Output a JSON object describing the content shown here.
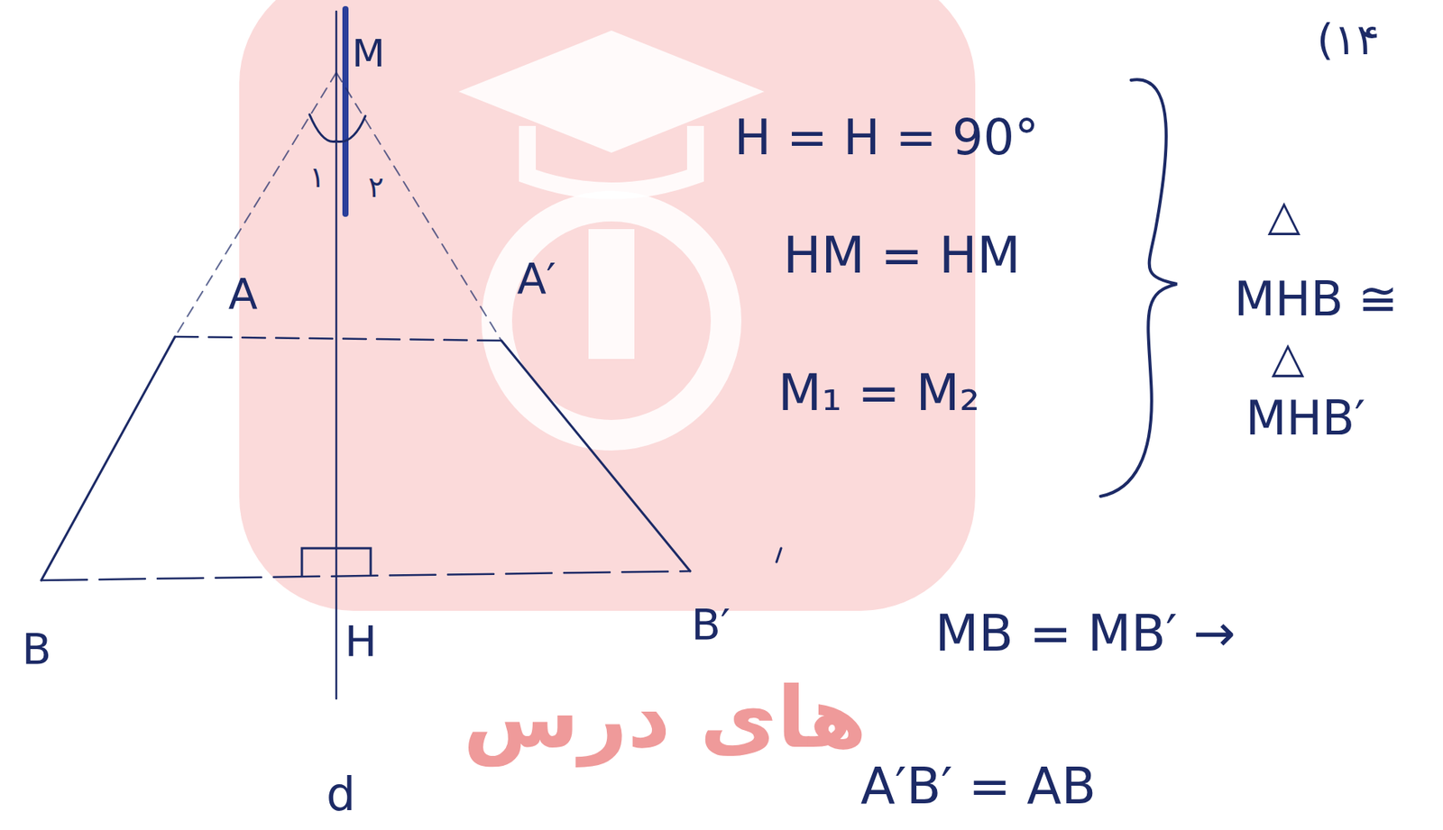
{
  "diagram": {
    "labels": [
      "(۱۴",
      "M",
      "۱",
      "۲",
      "A",
      "A′",
      "B",
      "H",
      "B′",
      "d",
      "H = H = 90°",
      "HM = HM",
      "M₁ = M₂",
      "△",
      "MHB ≅",
      "△",
      "MHB′",
      "MB = MB′ →",
      "A′B′ = AB",
      "های درس"
    ]
  }
}
